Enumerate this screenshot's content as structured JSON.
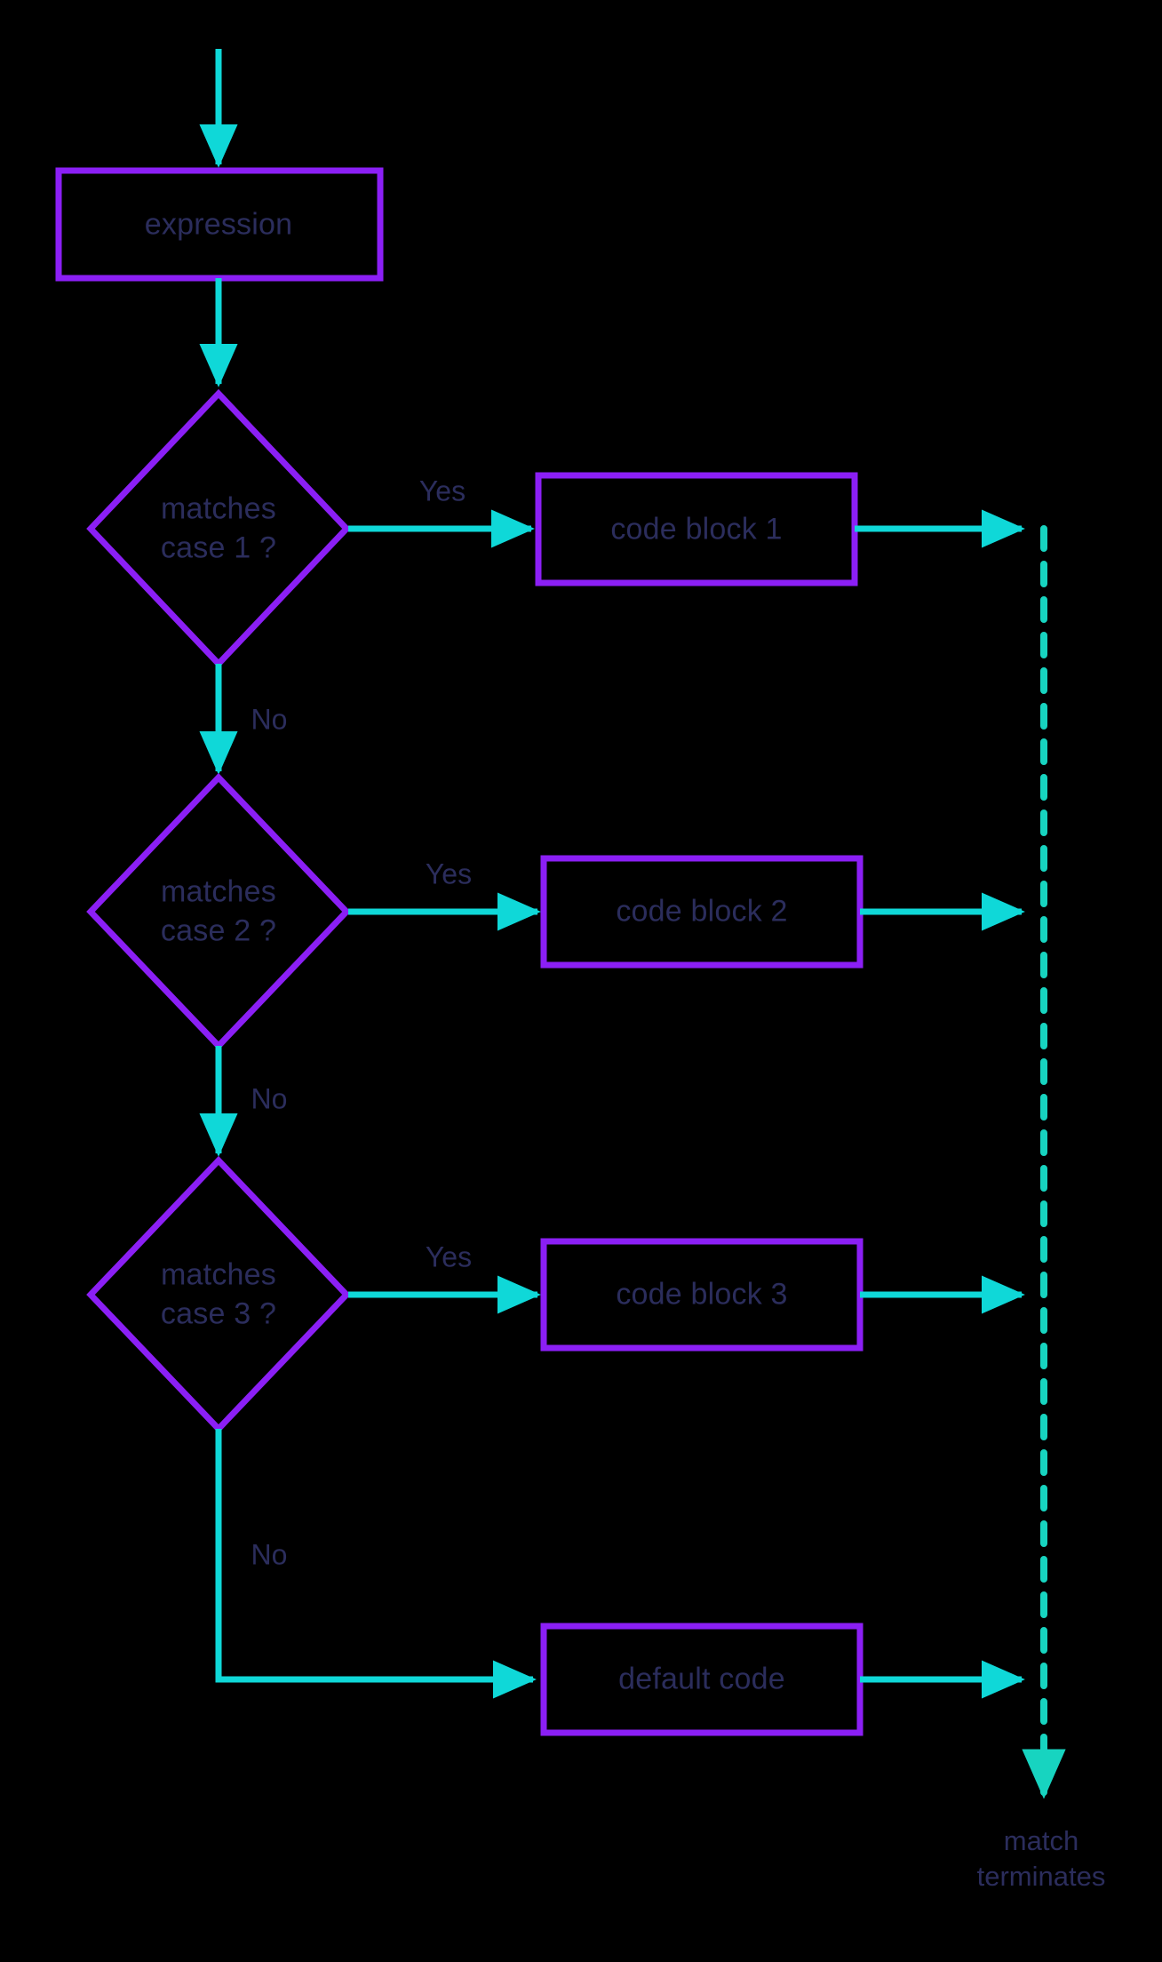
{
  "diagram": {
    "title": "switch / match statement control flow",
    "background_color": "#000000",
    "colors": {
      "node_border": "#8b1ff5",
      "arrow": "#0fd8d8",
      "dashed_arrow": "#17d4c0",
      "text": "#2b2d5c"
    },
    "nodes": {
      "expression": {
        "label": "expression",
        "shape": "rectangle"
      },
      "decision1": {
        "label": "matches\ncase 1 ?",
        "shape": "diamond"
      },
      "decision2": {
        "label": "matches\ncase 2 ?",
        "shape": "diamond"
      },
      "decision3": {
        "label": "matches\ncase 3 ?",
        "shape": "diamond"
      },
      "block1": {
        "label": "code block 1",
        "shape": "rectangle"
      },
      "block2": {
        "label": "code block 2",
        "shape": "rectangle"
      },
      "block3": {
        "label": "code block 3",
        "shape": "rectangle"
      },
      "default": {
        "label": "default code",
        "shape": "rectangle"
      }
    },
    "edge_labels": {
      "yes1": "Yes",
      "yes2": "Yes",
      "yes3": "Yes",
      "no1": "No",
      "no2": "No",
      "no3": "No"
    },
    "terminal": {
      "label": "match\nterminates"
    }
  }
}
